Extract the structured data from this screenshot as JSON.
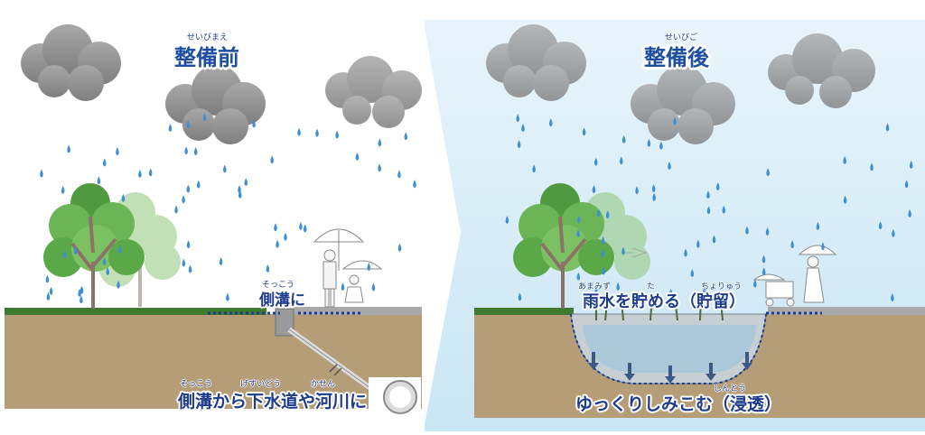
{
  "before": {
    "title": "整備前",
    "title_ruby": "せいびまえ",
    "side_ditch": {
      "text": "側溝に",
      "ruby": "そっこう"
    },
    "destination": {
      "text": "側溝から下水道や河川に",
      "ruby1": "そっこう",
      "ruby2": "げすいどう",
      "ruby3": "かせん"
    }
  },
  "after": {
    "title": "整備後",
    "title_ruby": "せいびご",
    "storage": {
      "text": "雨水を貯める（貯留）",
      "ruby1": "あまみず",
      "ruby2": "た",
      "ruby3": "ちょりゅう"
    },
    "infiltration": {
      "text": "ゆっくりしみこむ（浸透）",
      "ruby": "しんとう"
    }
  },
  "colors": {
    "sky_after": "#cfe9f7",
    "rain": "#3d8fd6",
    "soil": "#b59d77",
    "grass": "#3f7a2e",
    "text": "#1e3c8c",
    "cloud": "#8f8f8f"
  }
}
